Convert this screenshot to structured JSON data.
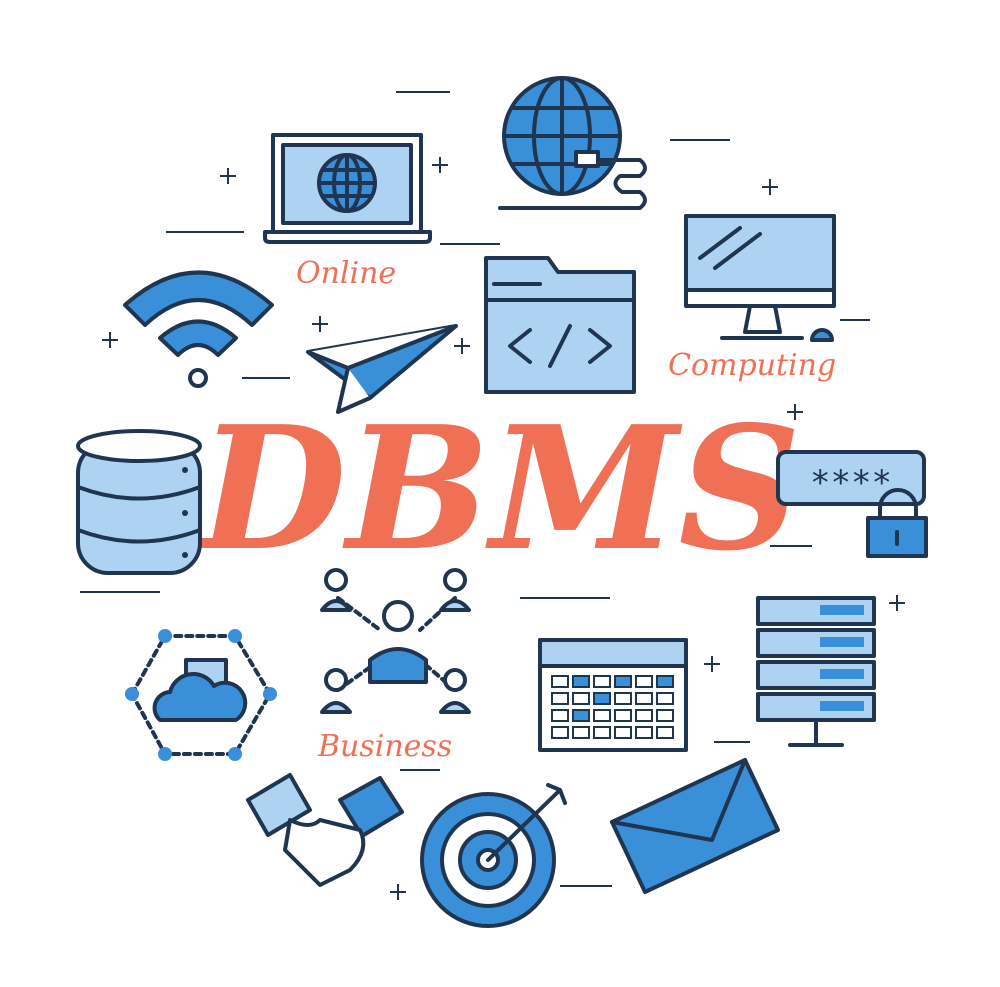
{
  "title": "DBMS",
  "labels": {
    "online": "Online",
    "computing": "Computing",
    "business": "Business"
  },
  "password_field": "****",
  "colors": {
    "outline": "#1f3550",
    "blue": "#3a8fd9",
    "light_blue": "#aed3f2",
    "accent_text": "#f07055"
  },
  "icons": [
    "laptop-globe-icon",
    "globe-icon",
    "desktop-monitor-icon",
    "wifi-icon",
    "paper-plane-icon",
    "code-folder-icon",
    "database-icon",
    "password-lock-icon",
    "network-people-icon",
    "cloud-network-icon",
    "calendar-icon",
    "server-rack-icon",
    "handshake-icon",
    "target-icon",
    "envelope-icon"
  ]
}
